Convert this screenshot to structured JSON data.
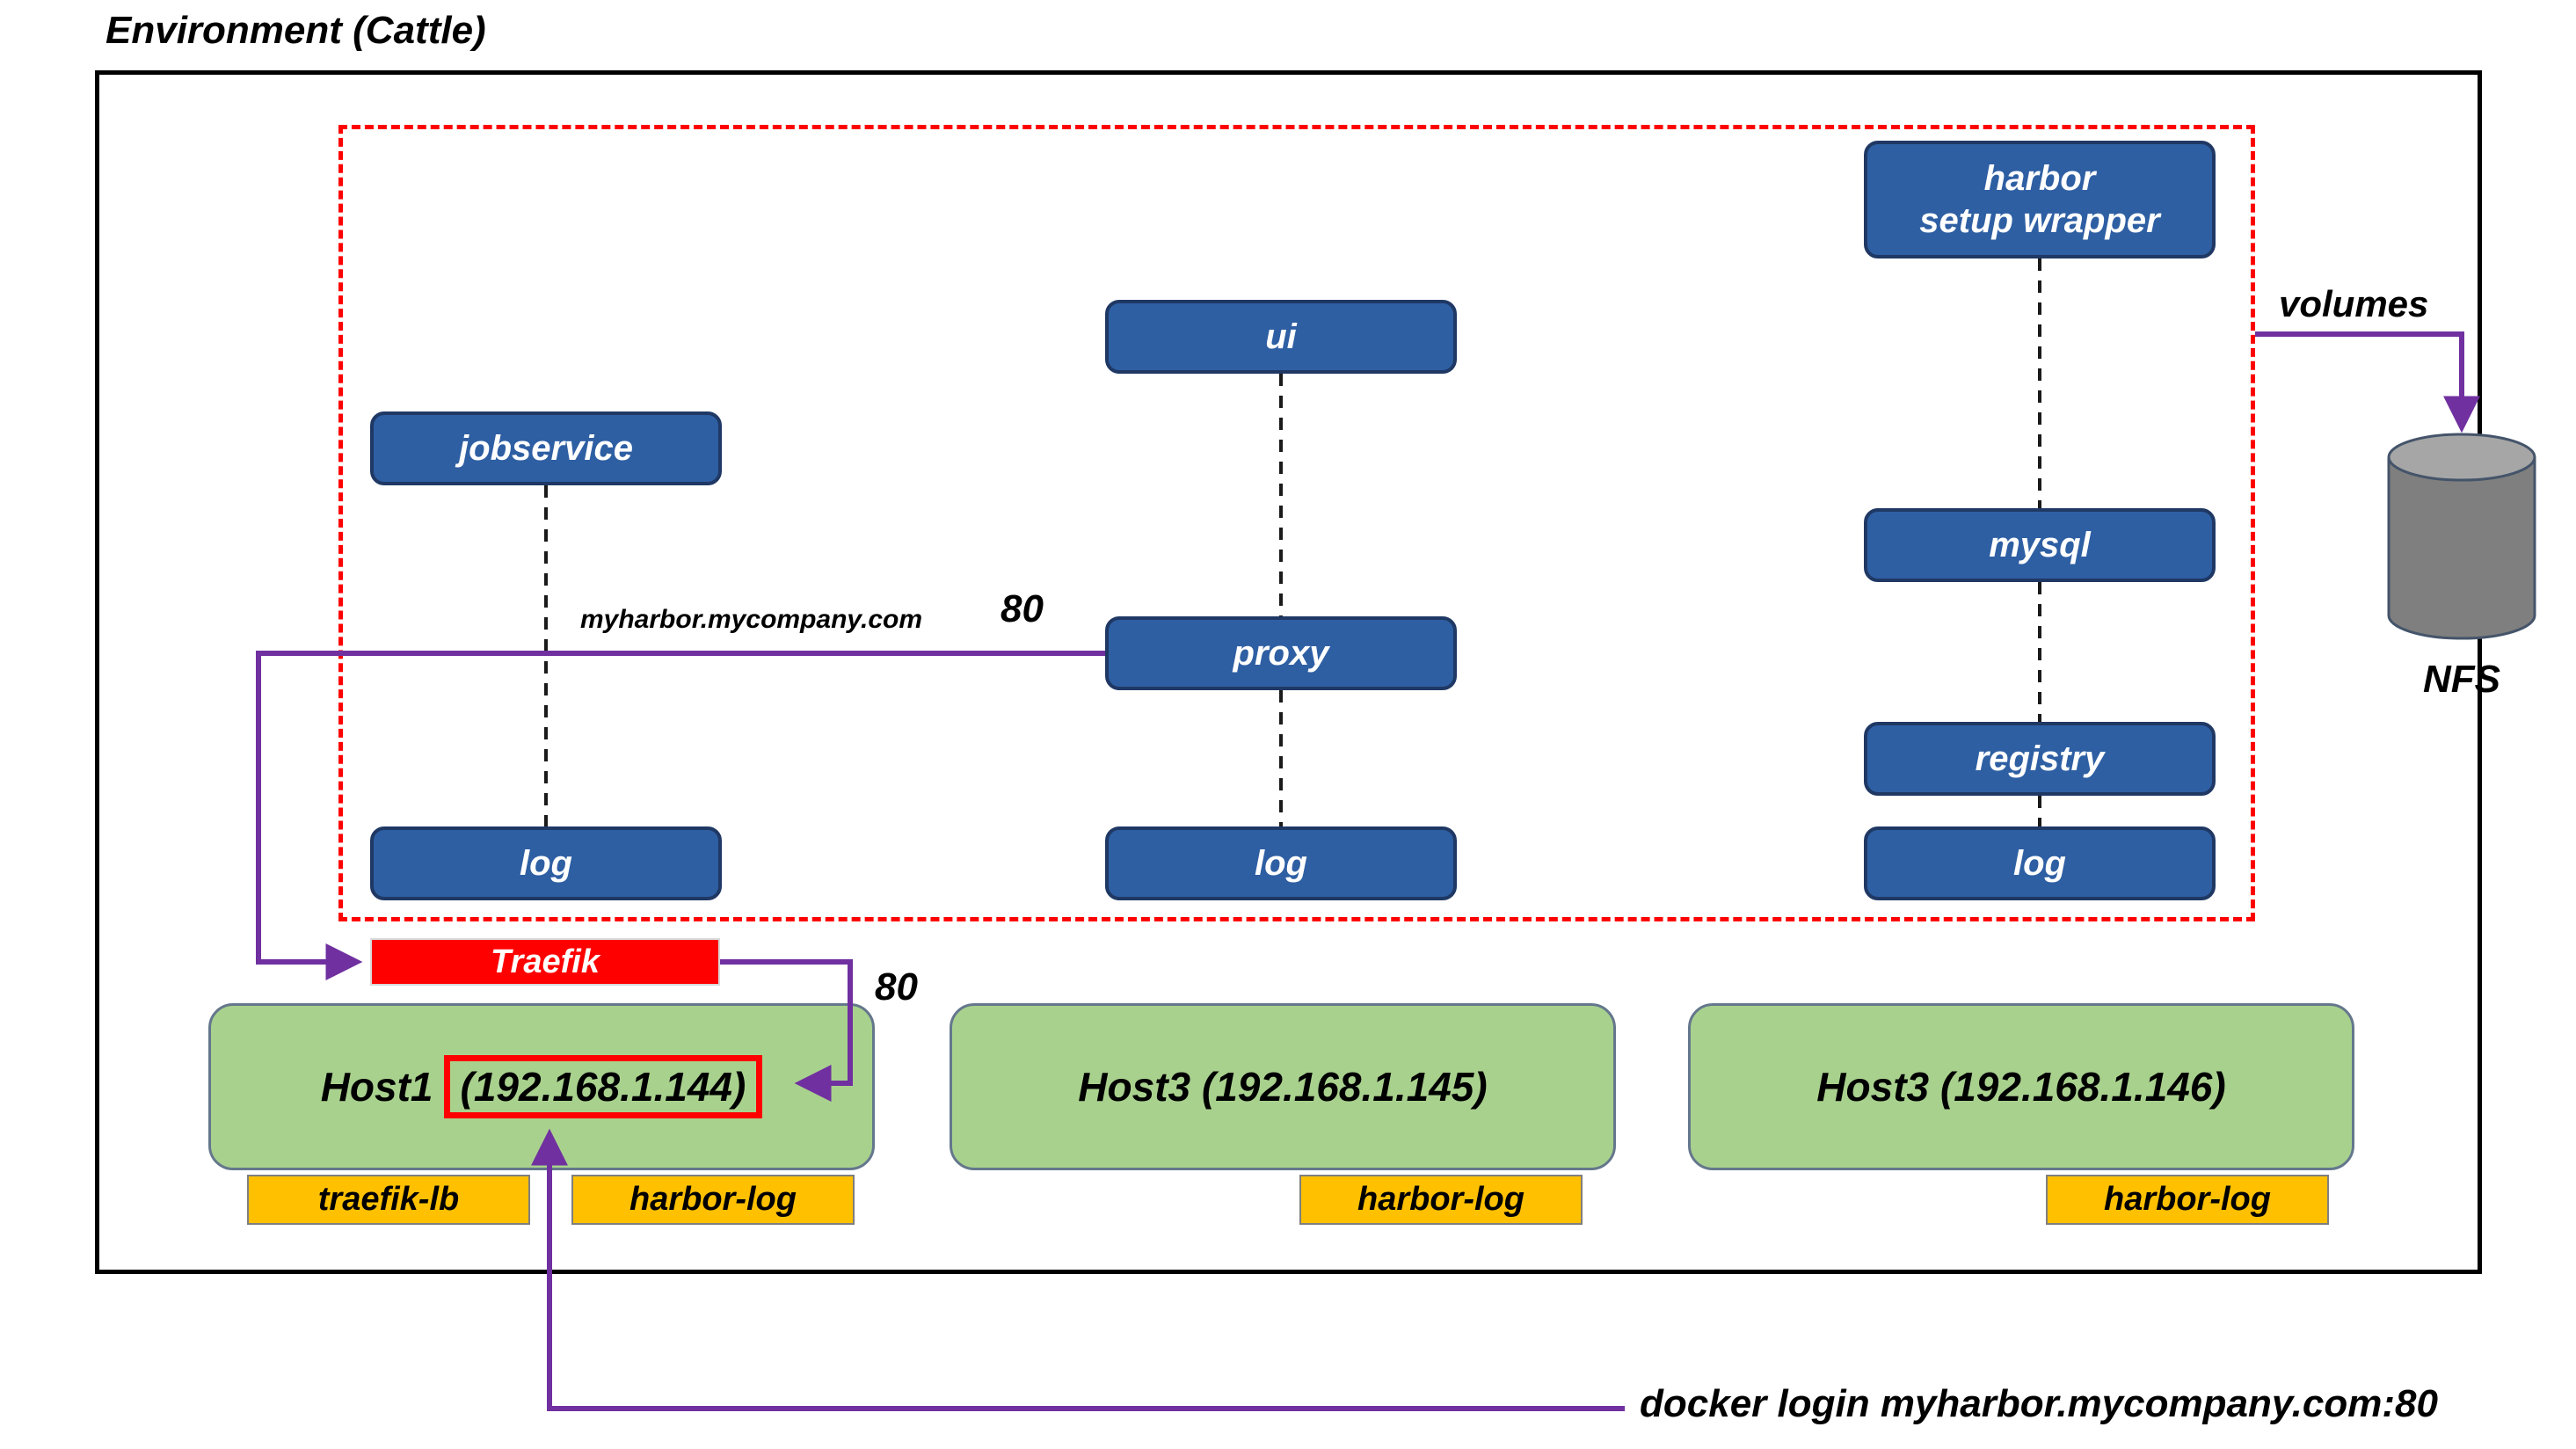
{
  "title": "Environment (Cattle)",
  "services": {
    "setup_wrapper_line1": "harbor",
    "setup_wrapper_line2": "setup wrapper",
    "ui": "ui",
    "jobservice": "jobservice",
    "mysql": "mysql",
    "proxy": "proxy",
    "registry": "registry",
    "log": "log"
  },
  "labels": {
    "volumes": "volumes",
    "nfs": "NFS",
    "route_domain": "myharbor.mycompany.com",
    "route_port": "80",
    "traefik": "Traefik",
    "traefik_port": "80",
    "docker_login": "docker login myharbor.mycompany.com:80"
  },
  "hosts": [
    {
      "name_prefix": "Host1",
      "ip_boxed": "(192.168.1.144)",
      "tags": [
        "traefik-lb",
        "harbor-log"
      ]
    },
    {
      "label": "Host3 (192.168.1.145)",
      "tags": [
        "harbor-log"
      ]
    },
    {
      "label": "Host3 (192.168.1.146)",
      "tags": [
        "harbor-log"
      ]
    }
  ],
  "connections": [
    "jobservice -- log (dashed)",
    "ui -- proxy -- log (dashed)",
    "harbor setup wrapper -- mysql -- registry -- log (dashed)",
    "red dashed group -> NFS (volumes)",
    "proxy -> Traefik via myharbor.mycompany.com 80",
    "Traefik -> Host1 (192.168.1.144) port 80",
    "docker login myharbor.mycompany.com:80 -> Host1 (192.168.1.144)"
  ],
  "colors": {
    "service_fill": "#2e5fa3",
    "service_border": "#1f3864",
    "group_border": "#ff0000",
    "traefik_fill": "#ff0000",
    "host_fill": "#a9d18e",
    "tag_fill": "#ffc000",
    "arrow": "#7030a0",
    "nfs_fill": "#7f7f7f"
  }
}
